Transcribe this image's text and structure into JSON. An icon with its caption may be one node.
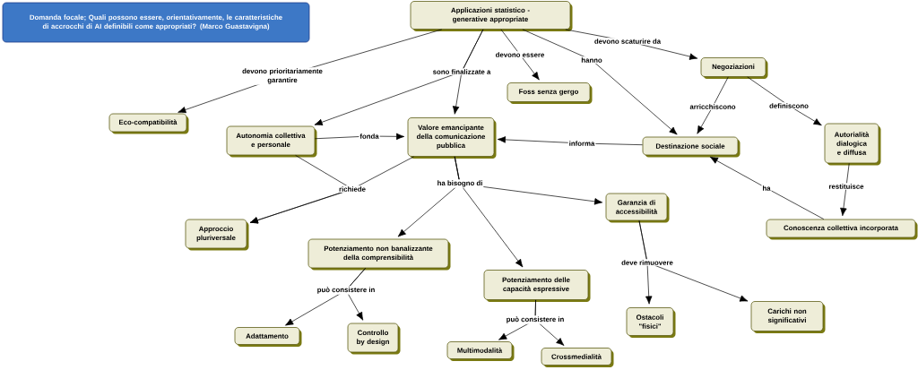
{
  "diagram": {
    "nodes": [
      {
        "text": [
          "Domanda focale; Quali possono essere, orientativamente, le caratteristiche di accrocchi di AI definibili come appropriati? (Marco Guastavigna)"
        ]
      },
      {
        "text": [
          "Applicazioni statistico - generative appropriate"
        ]
      },
      {
        "text": [
          "Eco-compatibilità"
        ]
      },
      {
        "text": [
          "Autonomia collettiva e personale"
        ]
      },
      {
        "text": [
          "Valore emancipante della comunicazione pubblica"
        ]
      },
      {
        "text": [
          "Foss senza gergo"
        ]
      },
      {
        "text": [
          "Negoziazioni"
        ]
      },
      {
        "text": [
          "Destinazione sociale"
        ]
      },
      {
        "text": [
          "Autorialità dialogica e diffusa"
        ]
      },
      {
        "text": [
          "Approccio pluriversale"
        ]
      },
      {
        "text": [
          "Potenziamento non banalizzante della comprensibilità"
        ]
      },
      {
        "text": [
          "Garanzia di accessibilità"
        ]
      },
      {
        "text": [
          "Conoscenza collettiva incorporata"
        ]
      },
      {
        "text": [
          "Potenziamento delle capacità espressive"
        ]
      },
      {
        "text": [
          "Adattamento"
        ]
      },
      {
        "text": [
          "Controllo by design"
        ]
      },
      {
        "text": [
          "Ostacoli \"fisici\""
        ]
      },
      {
        "text": [
          "Carichi non significativi"
        ]
      },
      {
        "text": [
          "Multimodalità"
        ]
      },
      {
        "text": [
          "Crossmedialità"
        ]
      }
    ],
    "edges": [
      {
        "from": 1,
        "to": 2,
        "arrow": "to",
        "label": "devono prioritariamente garantire"
      },
      {
        "from": 1,
        "to": 3,
        "arrow": "to",
        "label": "sono finalizzate a"
      },
      {
        "from": 1,
        "to": 4,
        "arrow": "to"
      },
      {
        "from": 1,
        "to": 5,
        "arrow": "to",
        "label": "devono essere"
      },
      {
        "from": 1,
        "to": 7,
        "arrow": "to",
        "label": "hanno"
      },
      {
        "from": 1,
        "to": 6,
        "arrow": "to",
        "label": "devono scaturire da"
      },
      {
        "from": 3,
        "to": 4,
        "arrow": "to",
        "label": "fonda"
      },
      {
        "from": 7,
        "to": 4,
        "arrow": "to",
        "label": "informa"
      },
      {
        "from": 6,
        "to": 7,
        "arrow": "to",
        "label": "arricchiscono"
      },
      {
        "from": 6,
        "to": 8,
        "arrow": "to",
        "label": "definiscono"
      },
      {
        "from": 3,
        "to": 9,
        "arrow": "to",
        "label": "richiede"
      },
      {
        "from": 4,
        "to": 9,
        "arrow": "to"
      },
      {
        "from": 4,
        "to": 10,
        "arrow": "to",
        "label": "ha bisogno di"
      },
      {
        "from": 4,
        "to": 13,
        "arrow": "to"
      },
      {
        "from": 4,
        "to": 11,
        "arrow": "to"
      },
      {
        "from": 8,
        "to": 12,
        "arrow": "to",
        "label": "restituisce"
      },
      {
        "from": 12,
        "to": 7,
        "arrow": "to",
        "label": "ha"
      },
      {
        "from": 10,
        "to": 14,
        "arrow": "to",
        "label": "può consistere in"
      },
      {
        "from": 10,
        "to": 15,
        "arrow": "to"
      },
      {
        "from": 13,
        "to": 18,
        "arrow": "to",
        "label": "può consistere in"
      },
      {
        "from": 13,
        "to": 19,
        "arrow": "to"
      },
      {
        "from": 11,
        "to": 16,
        "arrow": "to",
        "label": "deve rimuovere"
      },
      {
        "from": 11,
        "to": 17,
        "arrow": "to"
      }
    ]
  }
}
